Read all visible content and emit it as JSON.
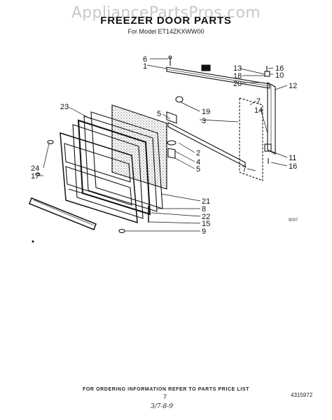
{
  "watermark": "AppliancePartsPros.com",
  "title": "FREEZER DOOR PARTS",
  "subtitle": "For Model ET14ZKXWW00",
  "callouts": [
    "6",
    "1",
    "23",
    "5",
    "3",
    "19",
    "13",
    "18",
    "20",
    "16",
    "10",
    "12",
    "7",
    "14",
    "2",
    "4",
    "5",
    "11",
    "16",
    "7",
    "24",
    "17",
    "21",
    "8",
    "22",
    "15",
    "9"
  ],
  "code_label": "9037",
  "footer_note": "FOR ORDERING INFORMATION REFER TO PARTS PRICE LIST",
  "page_number": "7",
  "doc_number": "4315972",
  "handwritten_note": "3/7-8-9",
  "colors": {
    "ink": "#111111",
    "watermark": "#c9c9c9",
    "background": "#ffffff"
  }
}
